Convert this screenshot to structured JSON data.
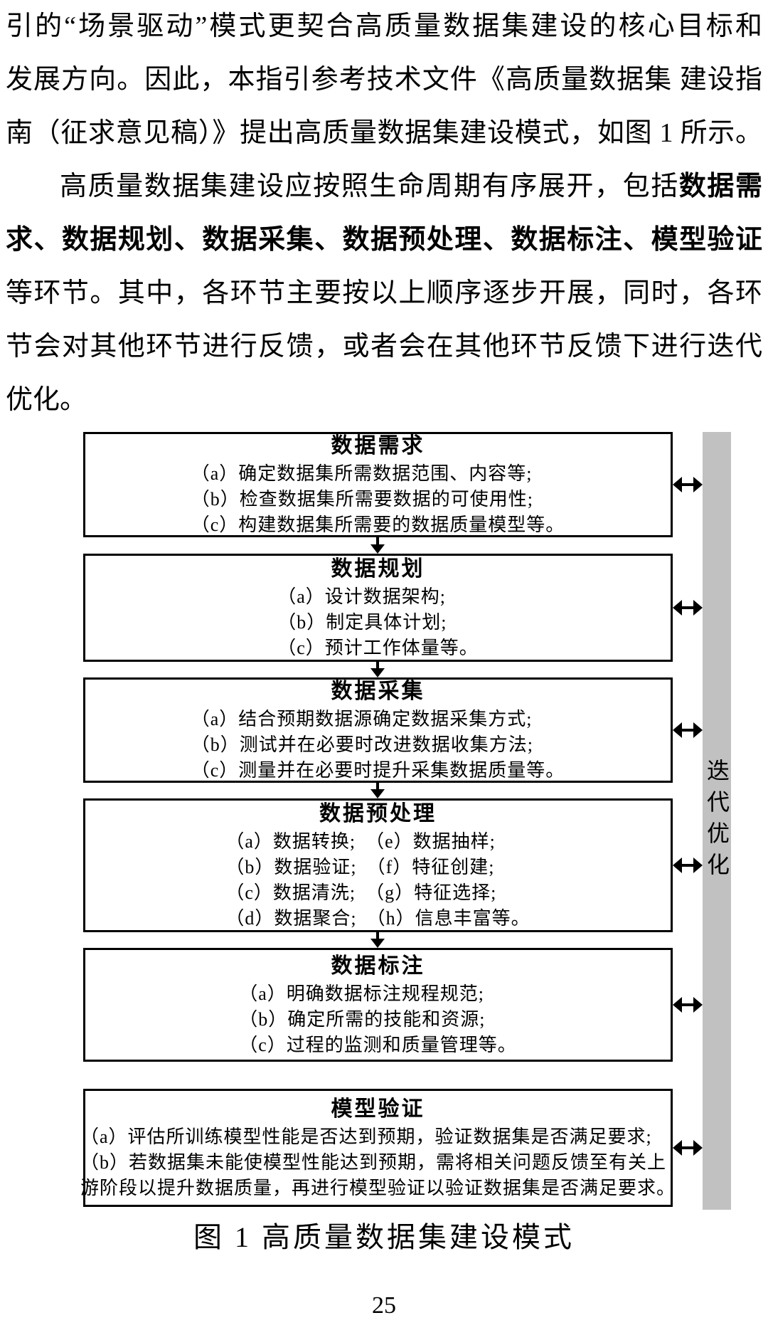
{
  "paragraph1_lines": [
    "引的“场景驱动”模式更契合高质量数据集建设的核心目标和",
    "发展方向。因此，本指引参考技术文件《高质量数据集 建设指",
    "南（征求意见稿）》提出高质量数据集建设模式，如图 1 所示。"
  ],
  "paragraph2": {
    "line1_normal": "高质量数据集建设应按照生命周期有序展开，包括",
    "line1_bold": "数据需",
    "line2_bold": "求、数据规划、数据采集、数据预处理、数据标注、模型验证",
    "line3": "等环节。其中，各环节主要按以上顺序逐步开展，同时，各环",
    "line4": "节会对其他环节进行反馈，或者会在其他环节反馈下进行迭代",
    "line5": "优化。"
  },
  "figure": {
    "boxes": [
      {
        "title": "数据需求",
        "items": [
          "（a）确定数据集所需数据范围、内容等;",
          "（b）检查数据集所需要数据的可使用性;",
          "（c）构建数据集所需要的数据质量模型等。"
        ]
      },
      {
        "title": "数据规划",
        "items": [
          "（a）设计数据架构;",
          "（b）制定具体计划;",
          "（c）预计工作体量等。"
        ]
      },
      {
        "title": "数据采集",
        "items": [
          "（a）结合预期数据源确定数据采集方式;",
          "（b）测试并在必要时改进数据收集方法;",
          "（c）测量并在必要时提升采集数据质量等。"
        ]
      },
      {
        "title": "数据预处理",
        "items": [
          "（a）数据转换;　（e）数据抽样;",
          "（b）数据验证;　（f）特征创建;",
          "（c）数据清洗;　（g）特征选择;",
          "（d）数据聚合;　（h）信息丰富等。"
        ]
      },
      {
        "title": "数据标注",
        "items": [
          "（a）明确数据标注规程规范;",
          "（b）确定所需的技能和资源;",
          "（c）过程的监测和质量管理等。"
        ]
      },
      {
        "title": "模型验证",
        "items": [
          "（a）评估所训练模型性能是否达到预期，验证数据集是否满足要求;",
          "（b）若数据集未能使模型性能达到预期，需将相关问题反馈至有关上",
          "游阶段以提升数据质量，再进行模型验证以验证数据集是否满足要求。"
        ]
      }
    ],
    "side_label": "迭代优化",
    "caption": "图 1 高质量数据集建设模式",
    "colors": {
      "bar": "#c1c1c1",
      "border": "#000000"
    }
  },
  "page_number": "25"
}
